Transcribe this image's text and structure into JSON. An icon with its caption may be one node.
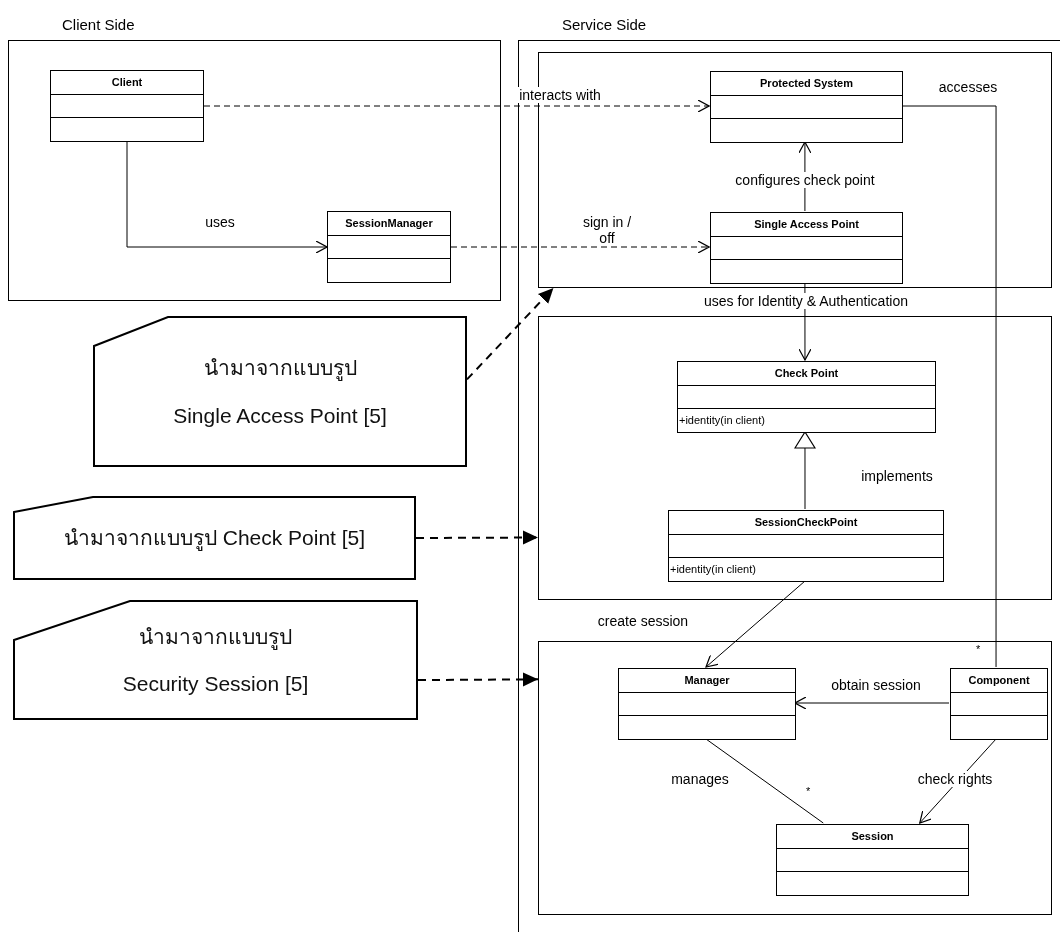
{
  "diagram": {
    "nodes": [
      {
        "text": [
          "Client Side"
        ]
      },
      {
        "text": [
          "Service Side"
        ]
      },
      {
        "text": [],
        "shape": "box",
        "in": 1
      },
      {
        "text": [],
        "shape": "box",
        "in": 1
      },
      {
        "text": [],
        "shape": "box",
        "in": 1
      },
      {
        "text": [
          "Client"
        ],
        "in": 0
      },
      {
        "text": [
          "SessionManager"
        ],
        "in": 0
      },
      {
        "text": [
          "Protected System"
        ],
        "in": 2
      },
      {
        "text": [
          "Single Access Point"
        ],
        "in": 2
      },
      {
        "text": [
          "Check Point",
          "+identity(in client)"
        ],
        "in": 3
      },
      {
        "text": [
          "SessionCheckPoint",
          "+identity(in client)"
        ],
        "in": 3
      },
      {
        "text": [
          "Manager"
        ],
        "in": 4
      },
      {
        "text": [
          "Component"
        ],
        "in": 4
      },
      {
        "text": [
          "Session"
        ],
        "in": 4
      },
      {
        "text": [
          "นำมาจากแบบรูป",
          "Single Access Point [5]"
        ]
      },
      {
        "text": [
          "นำมาจากแบบรูป Check Point [5]"
        ]
      },
      {
        "text": [
          "นำมาจากแบบรูป",
          "Security Session [5]"
        ]
      }
    ],
    "edges": [
      {
        "from": 5,
        "to": 7,
        "arrow": "to",
        "label": "interacts with",
        "style": "dashed"
      },
      {
        "from": 5,
        "to": 6,
        "arrow": "to",
        "label": "uses"
      },
      {
        "from": 6,
        "to": 8,
        "arrow": "to",
        "label": "sign in / off",
        "style": "dashed"
      },
      {
        "from": 8,
        "to": 7,
        "arrow": "to",
        "label": "configures check point"
      },
      {
        "from": 8,
        "to": 9,
        "arrow": "to",
        "label": "uses for Identity & Authentication"
      },
      {
        "from": 10,
        "to": 9,
        "arrow": "to",
        "label": "implements"
      },
      {
        "from": 10,
        "to": 11,
        "arrow": "to",
        "label": "create session"
      },
      {
        "from": 12,
        "to": 11,
        "arrow": "to",
        "label": "obtain session"
      },
      {
        "from": 12,
        "to": 7,
        "arrow": "none",
        "label": "accesses"
      },
      {
        "from": 11,
        "to": 13,
        "arrow": "none",
        "label": "manages"
      },
      {
        "from": 12,
        "to": 13,
        "arrow": "to",
        "label": "check rights"
      },
      {
        "from": 14,
        "to": 2,
        "arrow": "to",
        "style": "dashed"
      },
      {
        "from": 15,
        "to": 3,
        "arrow": "to",
        "style": "dashed"
      },
      {
        "from": 16,
        "to": 4,
        "arrow": "to",
        "style": "dashed"
      }
    ],
    "labels": [
      "*",
      "*"
    ]
  }
}
